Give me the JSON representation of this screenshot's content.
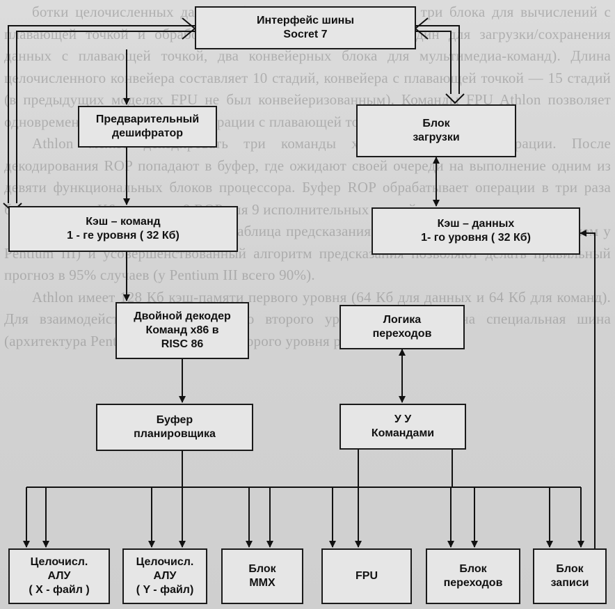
{
  "diagram": {
    "nodes": {
      "socket7": "Интерфейс шины\nSocret 7",
      "predecoder": "Предварительный\nдешифратор",
      "load_unit": "Блок\nзагрузки",
      "icache": "Кэш – команд\n1 - ге уровня ( 32 Кб)",
      "dcache": "Кэш – данных\n1- го уровня ( 32 Кб)",
      "dual_decoder": "Двойной декодер\nКоманд x86 в\nRISC 86",
      "branch_logic": "Логика\nпереходов",
      "scheduler_buffer": "Буфер\nпланировщика",
      "control_unit": "У У\nКомандами",
      "alu_x": "Целочисл.\nАЛУ\n( X - файл )",
      "alu_y": "Целочисл.\nАЛУ\n( Y - файл)",
      "mmx": "Блок\nMMX",
      "fpu": "FPU",
      "branch_unit": "Блок\nпереходов",
      "store_unit": "Блок\nзаписи"
    }
  },
  "background_text": [
    "ботки целочисленных данных, блок вычисления адреса и три блока для вычислений с плавающей точкой и обработки мультимедийных данных (один для загрузки/сохранения данных с плавающей точкой, два конвейерных блока для мультимедиа-команд). Длина целочисленного конвейера составляет 10 стадий, конвейера с плавающей точкой — 15 стадий (в предыдущих моделях FPU не был конвейеризованным). Команды FPU Athlon позволяет одновременно выполнять две операции с плавающей точкой.",
    "Athlon может декодировать три команды x86 в макро-RISC-операции. После декодирования ROP попадают в буфер, где ожидают своей очереди на выполнение одним из девяти функциональных блоков процессора. Буфер ROP обрабатывает операции в три раза больше, чем у K6, и выдает 9 ROP для 9 исполнительных устройств.",
    "Увеличенная до 2048 позиций таблица предсказания переходов (в два раза больше, чем у Pentium III) и усовершенствованный алгоритм предсказания позволяют делать правильный прогноз в 95% случаев (у Pentium III всего 90%).",
    "Athlon имеет 128 Кб кэш-памяти первого уровня (64 Кб для данных и 64 Кб для команд). Для взаимодействия с кэш-памятью второго уровня предусмотрена специальная шина (архитектура Pentium). Кэш-память второго уровня размещается на"
  ]
}
